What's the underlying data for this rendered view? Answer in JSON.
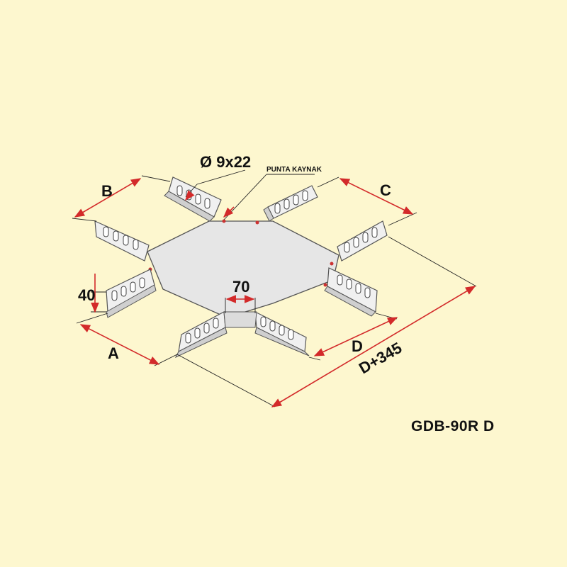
{
  "colors": {
    "background": "#fdf7cf",
    "plate": "#e6e6e6",
    "plate_edge": "#555555",
    "arrow": "#d32a2a",
    "line": "#222222"
  },
  "labels": {
    "hole_spec": "Ø 9x22",
    "weld_note": "PUNTA KAYNAK",
    "dim_a": "A",
    "dim_b": "B",
    "dim_c": "C",
    "dim_d": "D",
    "dim_d345": "D+345",
    "dim_40": "40",
    "dim_70": "70",
    "product_code": "GDB-90R D"
  }
}
